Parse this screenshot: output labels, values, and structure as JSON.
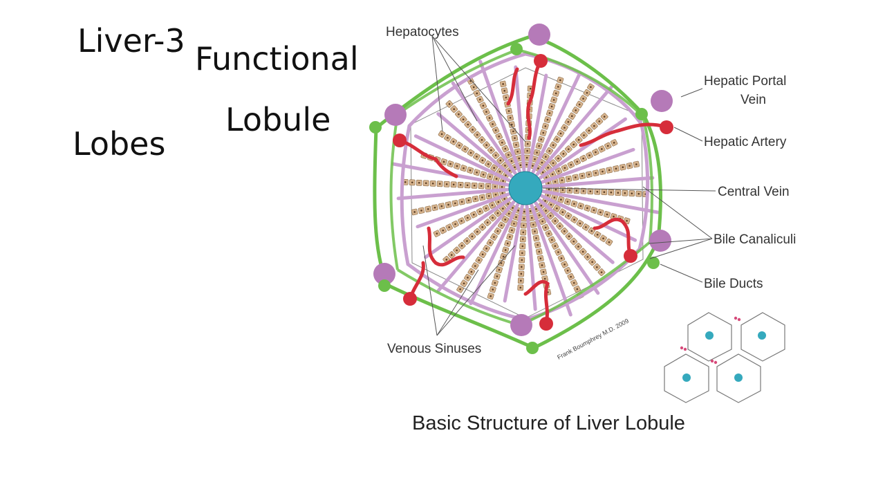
{
  "slide": {
    "title": "Liver-3",
    "heading_line1": "Functional",
    "heading_line2": "Lobule",
    "side_label": "Lobes"
  },
  "diagram": {
    "labels": {
      "hepatocytes": "Hepatocytes",
      "hepatic_portal_vein_1": "Hepatic Portal",
      "hepatic_portal_vein_2": "Vein",
      "hepatic_artery": "Hepatic Artery",
      "central_vein": "Central Vein",
      "bile_canaliculi": "Bile Canaliculi",
      "bile_ducts": "Bile Ducts",
      "venous_sinuses": "Venous Sinuses"
    },
    "credit": "Frank Boumphrey M.D. 2009",
    "caption": "Basic Structure of Liver Lobule",
    "colors": {
      "bile_duct_green": "#6cbf4a",
      "sinus_purple": "#c9a0d0",
      "artery_red": "#d62d3a",
      "portal_vein_purple": "#b57ab8",
      "central_vein_teal": "#35a9bd",
      "hepatocyte_tan": "#d7b48e"
    }
  }
}
